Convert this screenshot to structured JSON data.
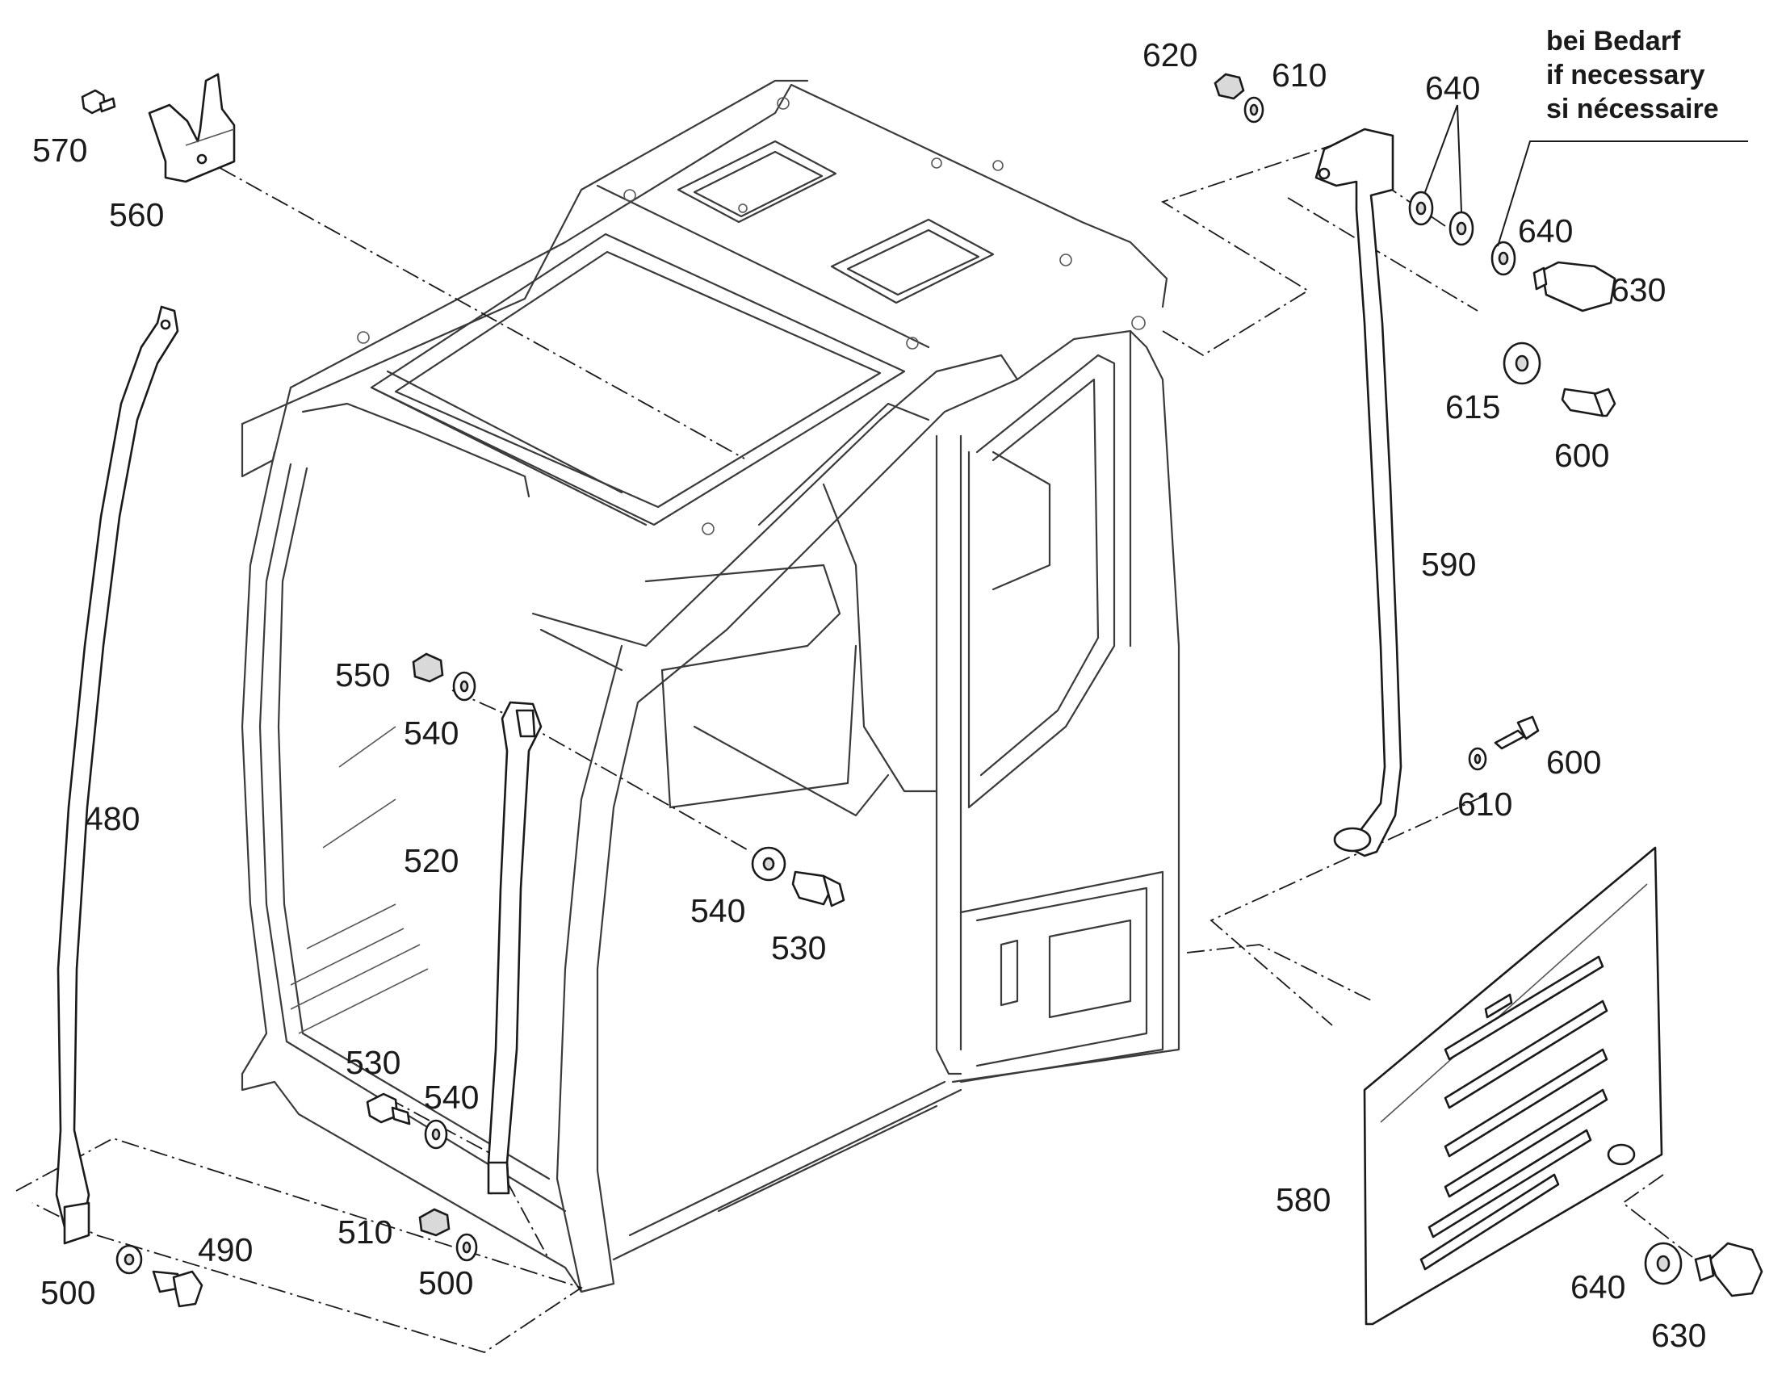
{
  "labels": {
    "p620": "620",
    "p610a": "610",
    "p640a": "640",
    "p640b": "640",
    "p630a": "630",
    "p615": "615",
    "p600a": "600",
    "p590": "590",
    "p600b": "600",
    "p610b": "610",
    "p570": "570",
    "p560": "560",
    "p480": "480",
    "p550": "550",
    "p540a": "540",
    "p520": "520",
    "p540b": "540",
    "p530a": "530",
    "p530b": "530",
    "p540c": "540",
    "p510": "510",
    "p500a": "500",
    "p490": "490",
    "p500b": "500",
    "p580": "580",
    "p640c": "640",
    "p630b": "630"
  },
  "note": {
    "line1": "bei Bedarf",
    "line2": "if necessary",
    "line3": "si nécessaire"
  }
}
